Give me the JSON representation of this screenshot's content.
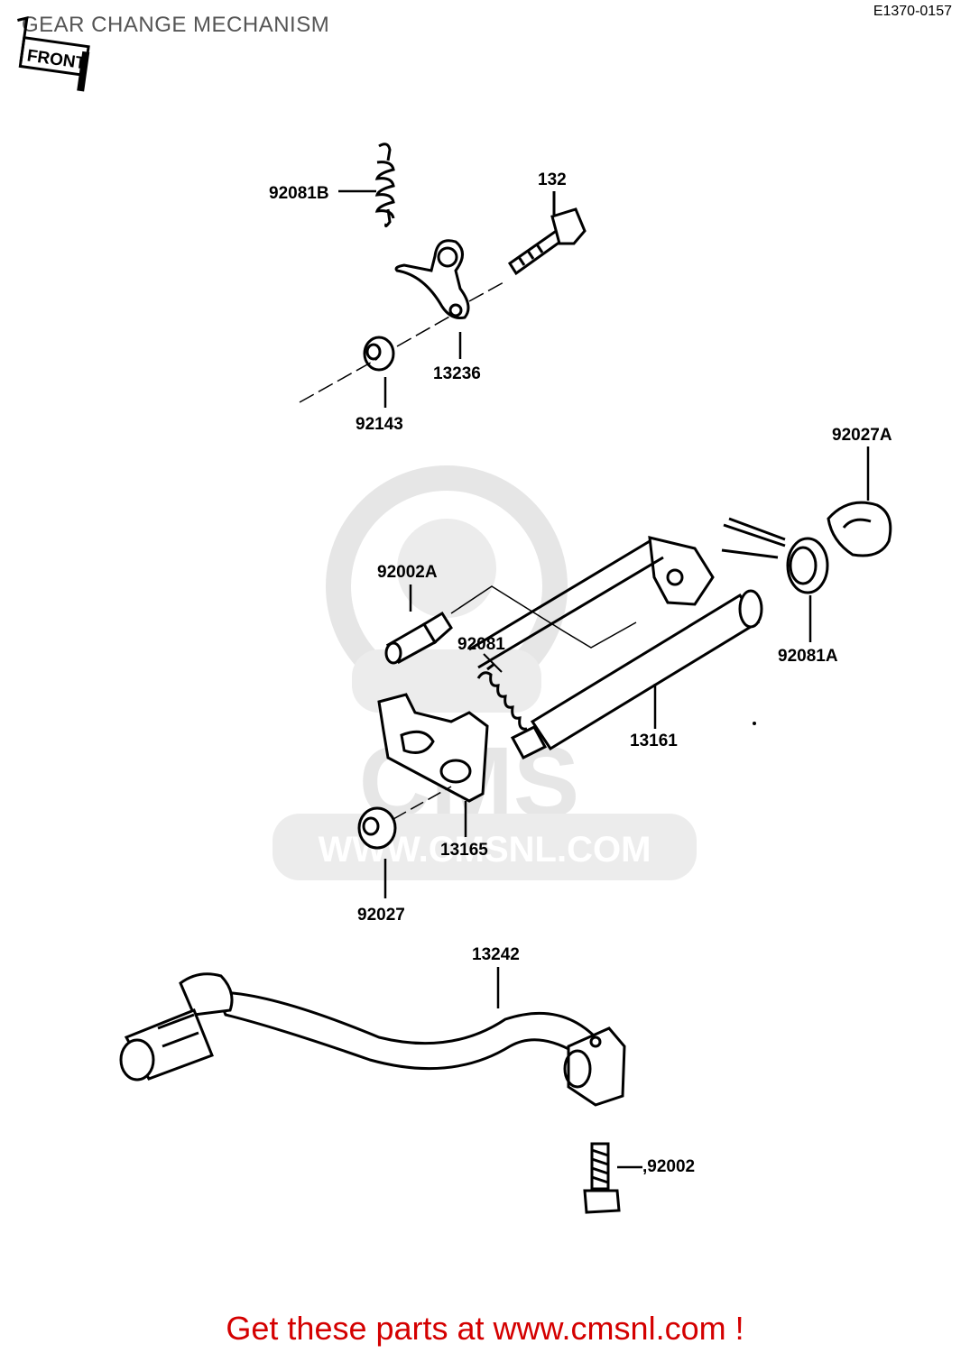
{
  "header": {
    "title": "GEAR CHANGE MECHANISM",
    "code": "E1370-0157"
  },
  "front_badge": "FRONT",
  "watermark": {
    "logo": "CMS",
    "url": "WWW.CMSNL.COM"
  },
  "labels": {
    "p92081b": "92081B",
    "p132": "132",
    "p13236": "13236",
    "p92143": "92143",
    "p92027a": "92027A",
    "p92002a": "92002A",
    "p92081": "92081",
    "p92081a": "92081A",
    "p13161": "13161",
    "p13165": "13165",
    "p92027": "92027",
    "p13242": "13242",
    "p92002": ",92002"
  },
  "footer": {
    "cta": "Get these parts at www.cmsnl.com !"
  },
  "colors": {
    "cta": "#d40000",
    "watermark": "#e6e6e6",
    "line": "#000000"
  }
}
